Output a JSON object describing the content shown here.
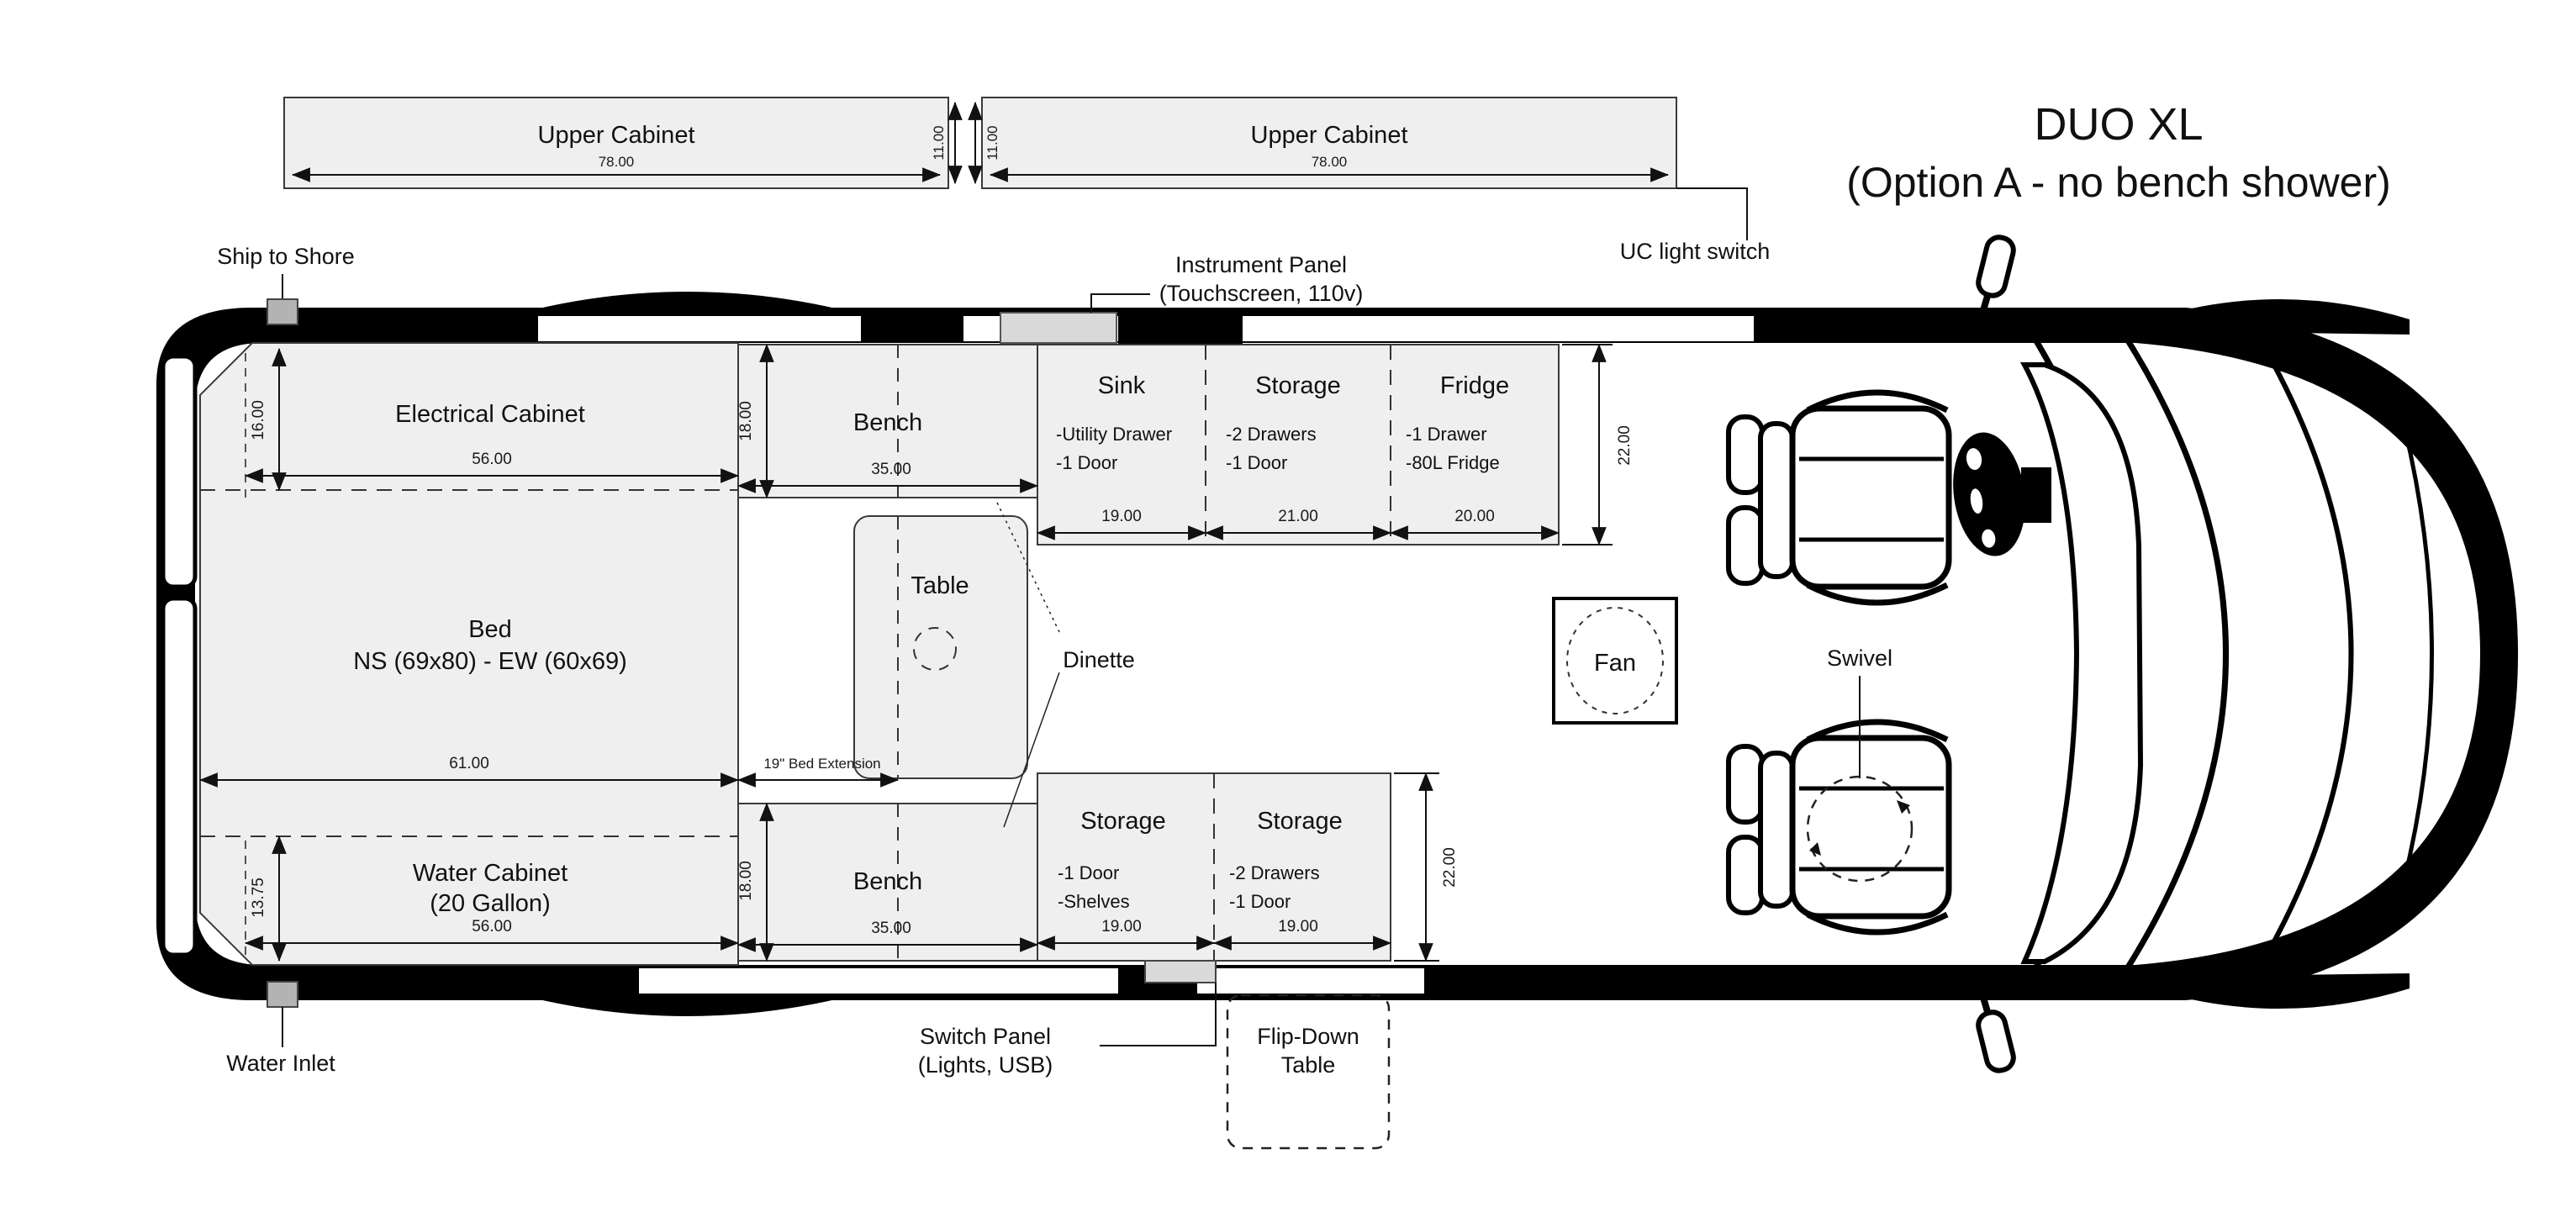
{
  "title": {
    "line1": "DUO XL",
    "line2": "(Option A - no bench shower)"
  },
  "colors": {
    "cabinet_fill": "#efefef",
    "connector_gray": "#b3b3b3",
    "panel_gray": "#d9d9d9",
    "line": "#000000"
  },
  "upper_cabinets": {
    "left": {
      "label": "Upper Cabinet",
      "width_dim": "78.00",
      "depth_dim": "11.00"
    },
    "right": {
      "label": "Upper Cabinet",
      "width_dim": "78.00",
      "depth_dim": "11.00"
    },
    "light_switch_label": "UC light switch"
  },
  "annotations": {
    "ship_to_shore": "Ship to Shore",
    "water_inlet": "Water Inlet",
    "instrument_panel": {
      "line1": "Instrument Panel",
      "line2": "(Touchscreen, 110v)"
    },
    "switch_panel": {
      "line1": "Switch Panel",
      "line2": "(Lights, USB)"
    },
    "dinette": "Dinette",
    "swivel": "Swivel",
    "bed_extension": "19\" Bed Extension"
  },
  "furniture": {
    "electrical_cabinet": {
      "label": "Electrical Cabinet",
      "width_dim": "56.00",
      "depth_dim": "16.00"
    },
    "bed": {
      "line1": "Bed",
      "line2": "NS (69x80) - EW (60x69)",
      "width_dim": "61.00"
    },
    "water_cabinet": {
      "line1": "Water Cabinet",
      "line2": "(20 Gallon)",
      "width_dim": "56.00",
      "depth_dim": "13.75"
    },
    "bench_top": {
      "label": "Bench",
      "width_dim": "35.00",
      "depth_dim": "18.00"
    },
    "bench_bottom": {
      "label": "Bench",
      "width_dim": "35.00",
      "depth_dim": "18.00"
    },
    "table": {
      "label": "Table"
    },
    "sink": {
      "label": "Sink",
      "features": [
        "-Utility Drawer",
        "-1 Door"
      ],
      "width_dim": "19.00"
    },
    "storage_top": {
      "label": "Storage",
      "features": [
        "-2 Drawers",
        "-1 Door"
      ],
      "width_dim": "21.00"
    },
    "fridge": {
      "label": "Fridge",
      "features": [
        "-1 Drawer",
        "-80L Fridge"
      ],
      "width_dim": "20.00"
    },
    "kitchen_depth_dim": "22.00",
    "storage_bottom_left": {
      "label": "Storage",
      "features": [
        "-1 Door",
        "-Shelves"
      ],
      "width_dim": "19.00"
    },
    "storage_bottom_right": {
      "label": "Storage",
      "features": [
        "-2 Drawers",
        "-1 Door"
      ],
      "width_dim": "19.00"
    },
    "storage_depth_dim": "22.00",
    "flip_down_table": {
      "line1": "Flip-Down",
      "line2": "Table"
    },
    "fan": {
      "label": "Fan"
    }
  }
}
